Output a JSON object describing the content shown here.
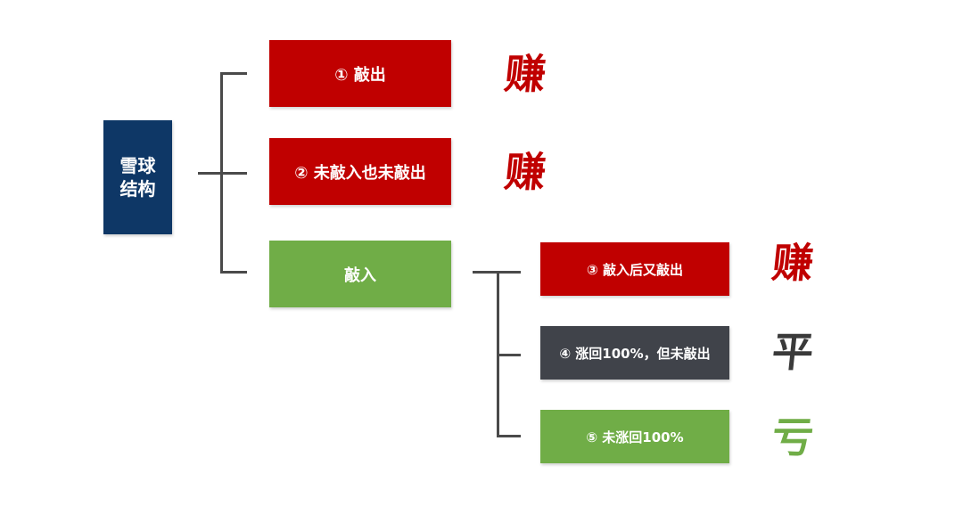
{
  "colors": {
    "navy": "#0e3766",
    "red": "#c00000",
    "green": "#70ad47",
    "dark": "#40434a"
  },
  "root": {
    "line1": "雪球",
    "line2": "结构"
  },
  "branches": {
    "b1": {
      "label": "① 敲出",
      "outcome": "赚"
    },
    "b2": {
      "label": "② 未敲入也未敲出",
      "outcome": "赚"
    },
    "b3": {
      "label": "敲入"
    }
  },
  "sub_branches": {
    "s3": {
      "label": "③ 敲入后又敲出",
      "outcome": "赚"
    },
    "s4": {
      "label": "④ 涨回100%，但未敲出",
      "outcome": "平"
    },
    "s5": {
      "label": "⑤ 未涨回100%",
      "outcome": "亏"
    }
  }
}
